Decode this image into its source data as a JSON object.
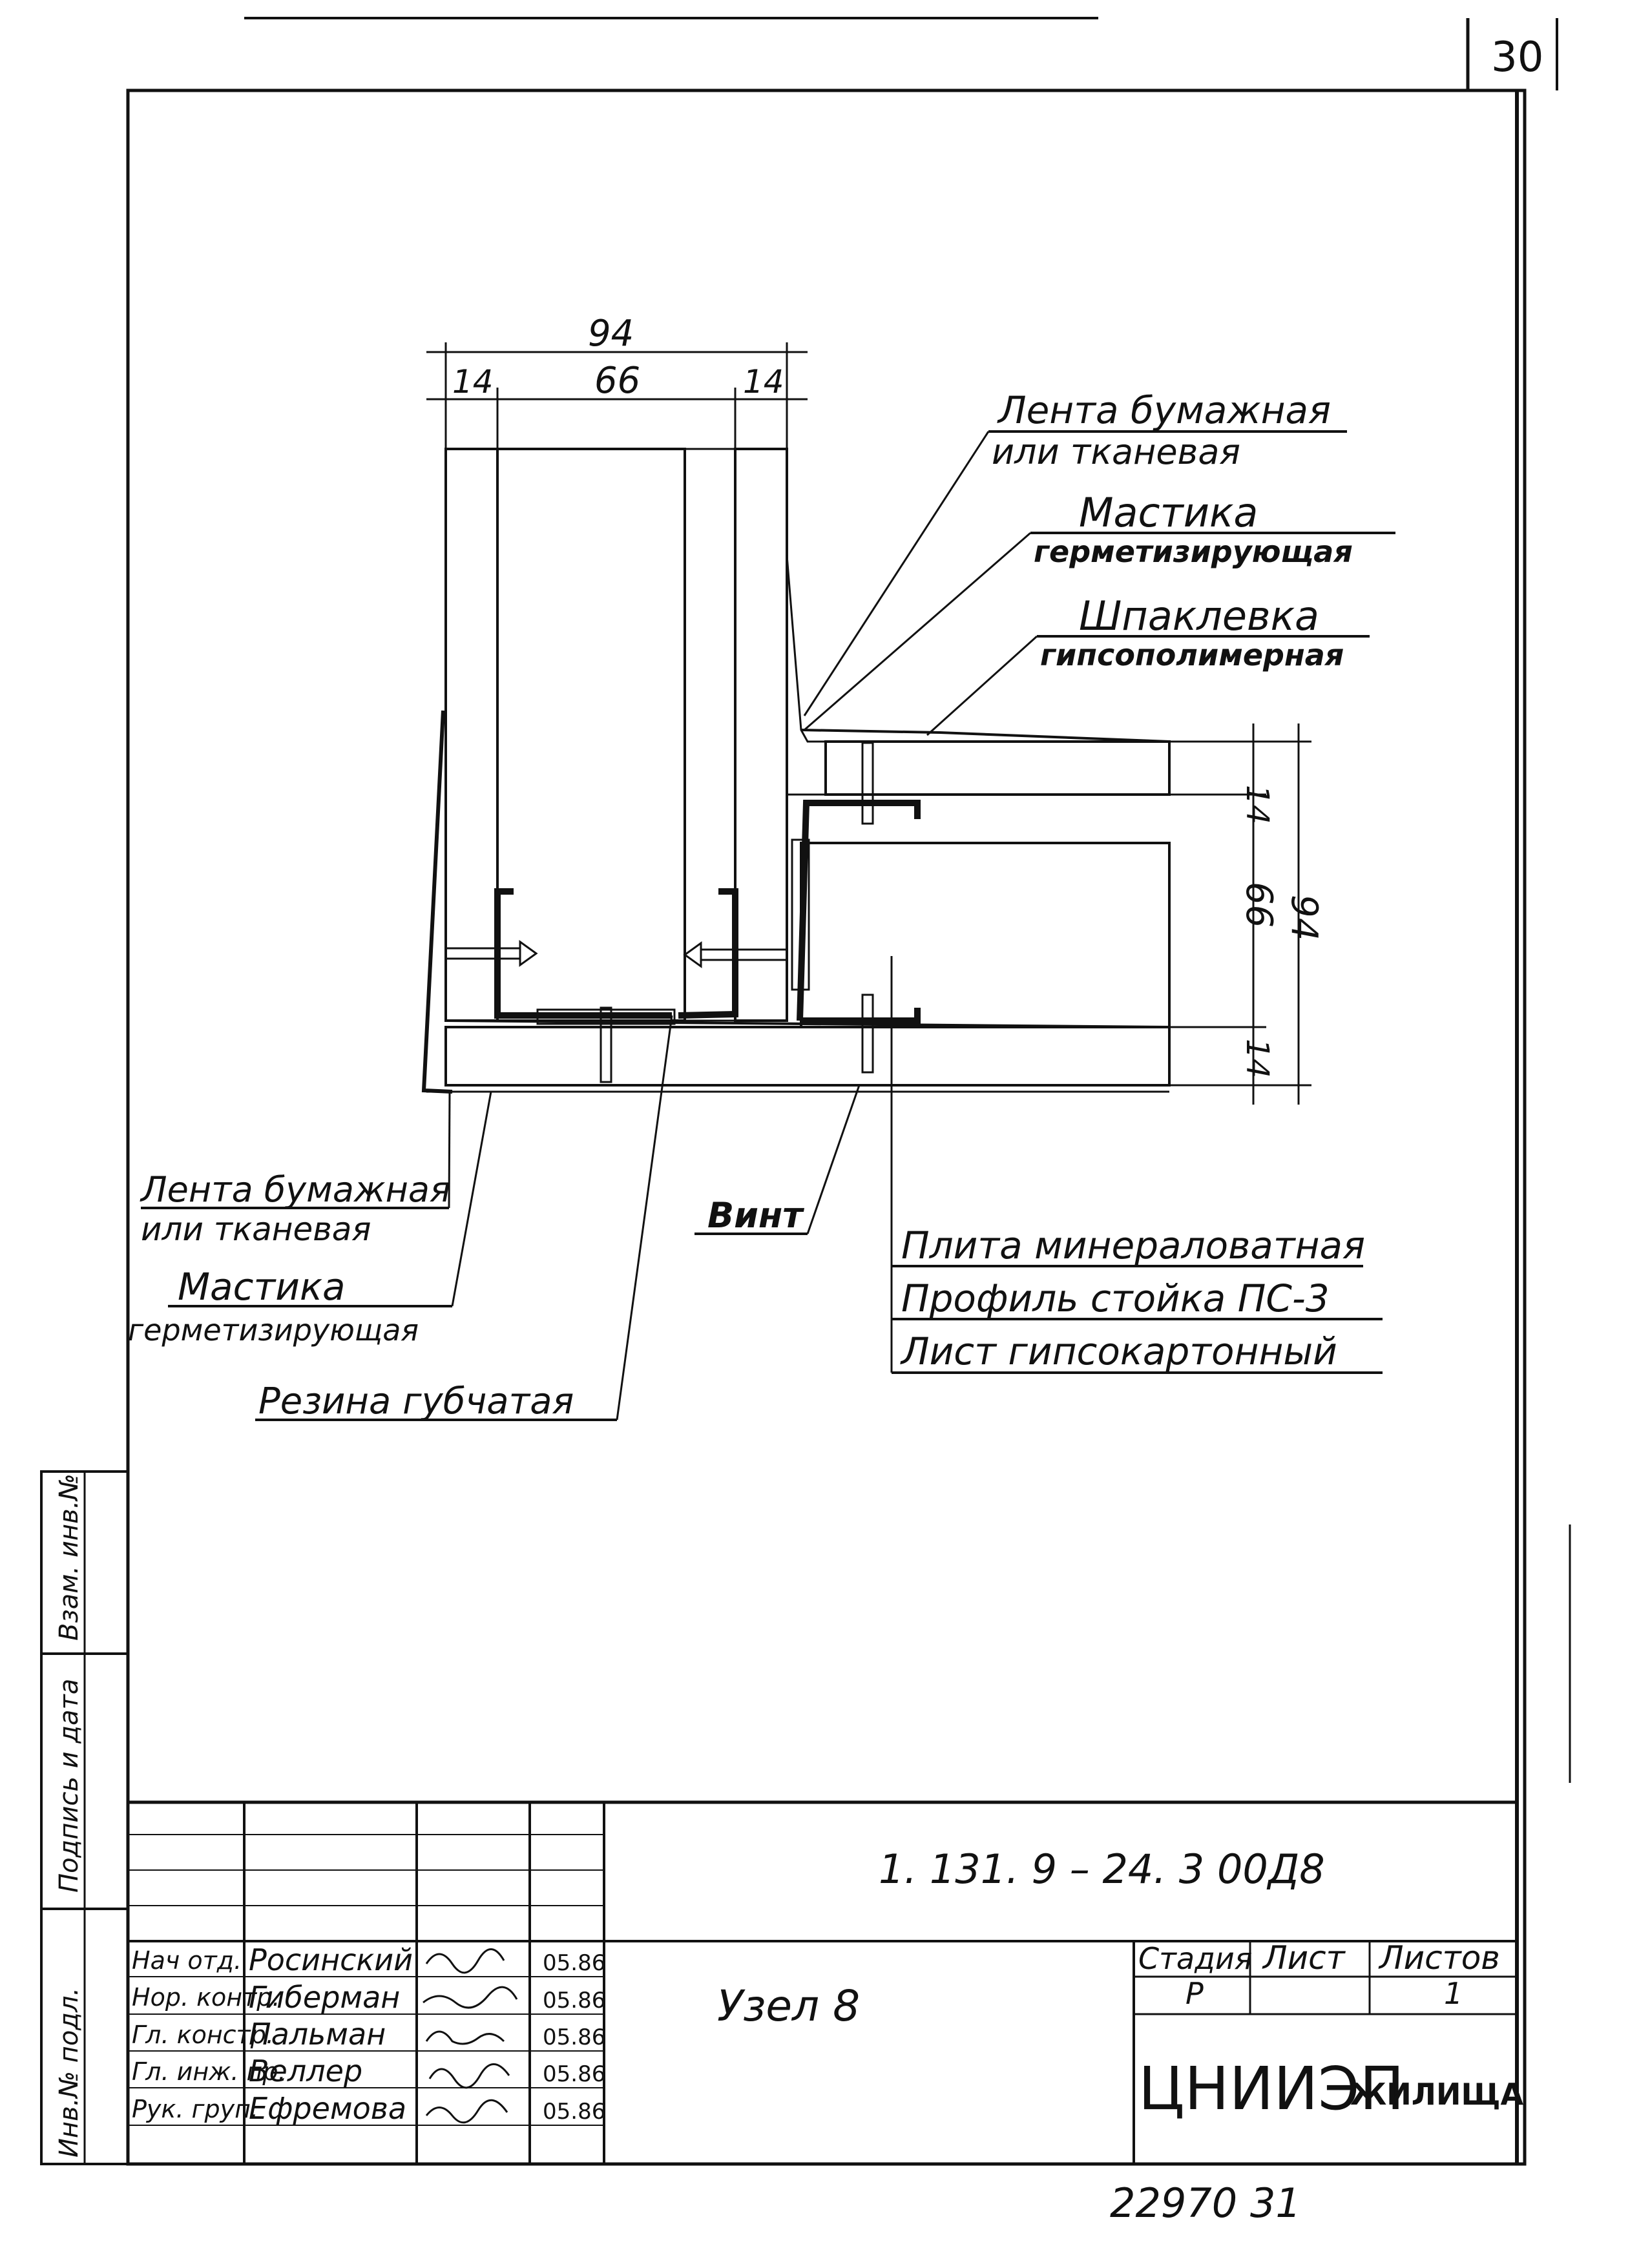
{
  "sheet": {
    "page_number": "30",
    "document_code": "1. 131. 9 – 24. 3    00Д8",
    "title": "Узел 8",
    "organization": "ЦНИИЭП",
    "organization_suffix": "ЖИЛИЩА",
    "archive_number": "22970  31"
  },
  "dimensions": {
    "top_total": "94",
    "top_left": "14",
    "top_middle": "66",
    "top_right": "14",
    "right_top": "14",
    "right_middle": "66",
    "right_total": "94",
    "right_bottom": "14"
  },
  "callouts": {
    "tape_top_line1": "Лента бумажная",
    "tape_top_line2": "или тканевая",
    "mastic_top_line1": "Мастика",
    "mastic_top_line2": "герметизирующая",
    "putty_line1": "Шпаклевка",
    "putty_line2": "гипсополимерная",
    "tape_left_line1": "Лента бумажная",
    "tape_left_line2": "или тканевая",
    "mastic_left_line1": "Мастика",
    "mastic_left_line2": "герметизирующая",
    "rubber": "Резина губчатая",
    "screw": "Винт",
    "mineral_wool": "Плита минераловатная",
    "profile": "Профиль стойка ПС-3",
    "gypsum_board": "Лист гипсокартонный"
  },
  "side_stamp": {
    "inv_podl": "Инв.№ подл.",
    "podpis_data": "Подпись и дата",
    "vzam_inv": "Взам. инв.№"
  },
  "title_block": {
    "stage_header": "Стадия",
    "sheet_header": "Лист",
    "sheets_header": "Листов",
    "stage_value": "Р",
    "sheet_value": "",
    "sheets_value": "1",
    "rows": [
      {
        "role": "Нач отд.",
        "name": "Росинский",
        "date": "05.86"
      },
      {
        "role": "Нор. контр.",
        "name": "Гиберман",
        "date": "05.86"
      },
      {
        "role": "Гл. констр.",
        "name": "Пальман",
        "date": "05.86"
      },
      {
        "role": "Гл. инж. пр.",
        "name": "Веллер",
        "date": "05.86"
      },
      {
        "role": "Рук. груп.",
        "name": "Ефремова",
        "date": "05.86"
      }
    ]
  },
  "colors": {
    "ink": "#111111",
    "paper": "#ffffff"
  }
}
